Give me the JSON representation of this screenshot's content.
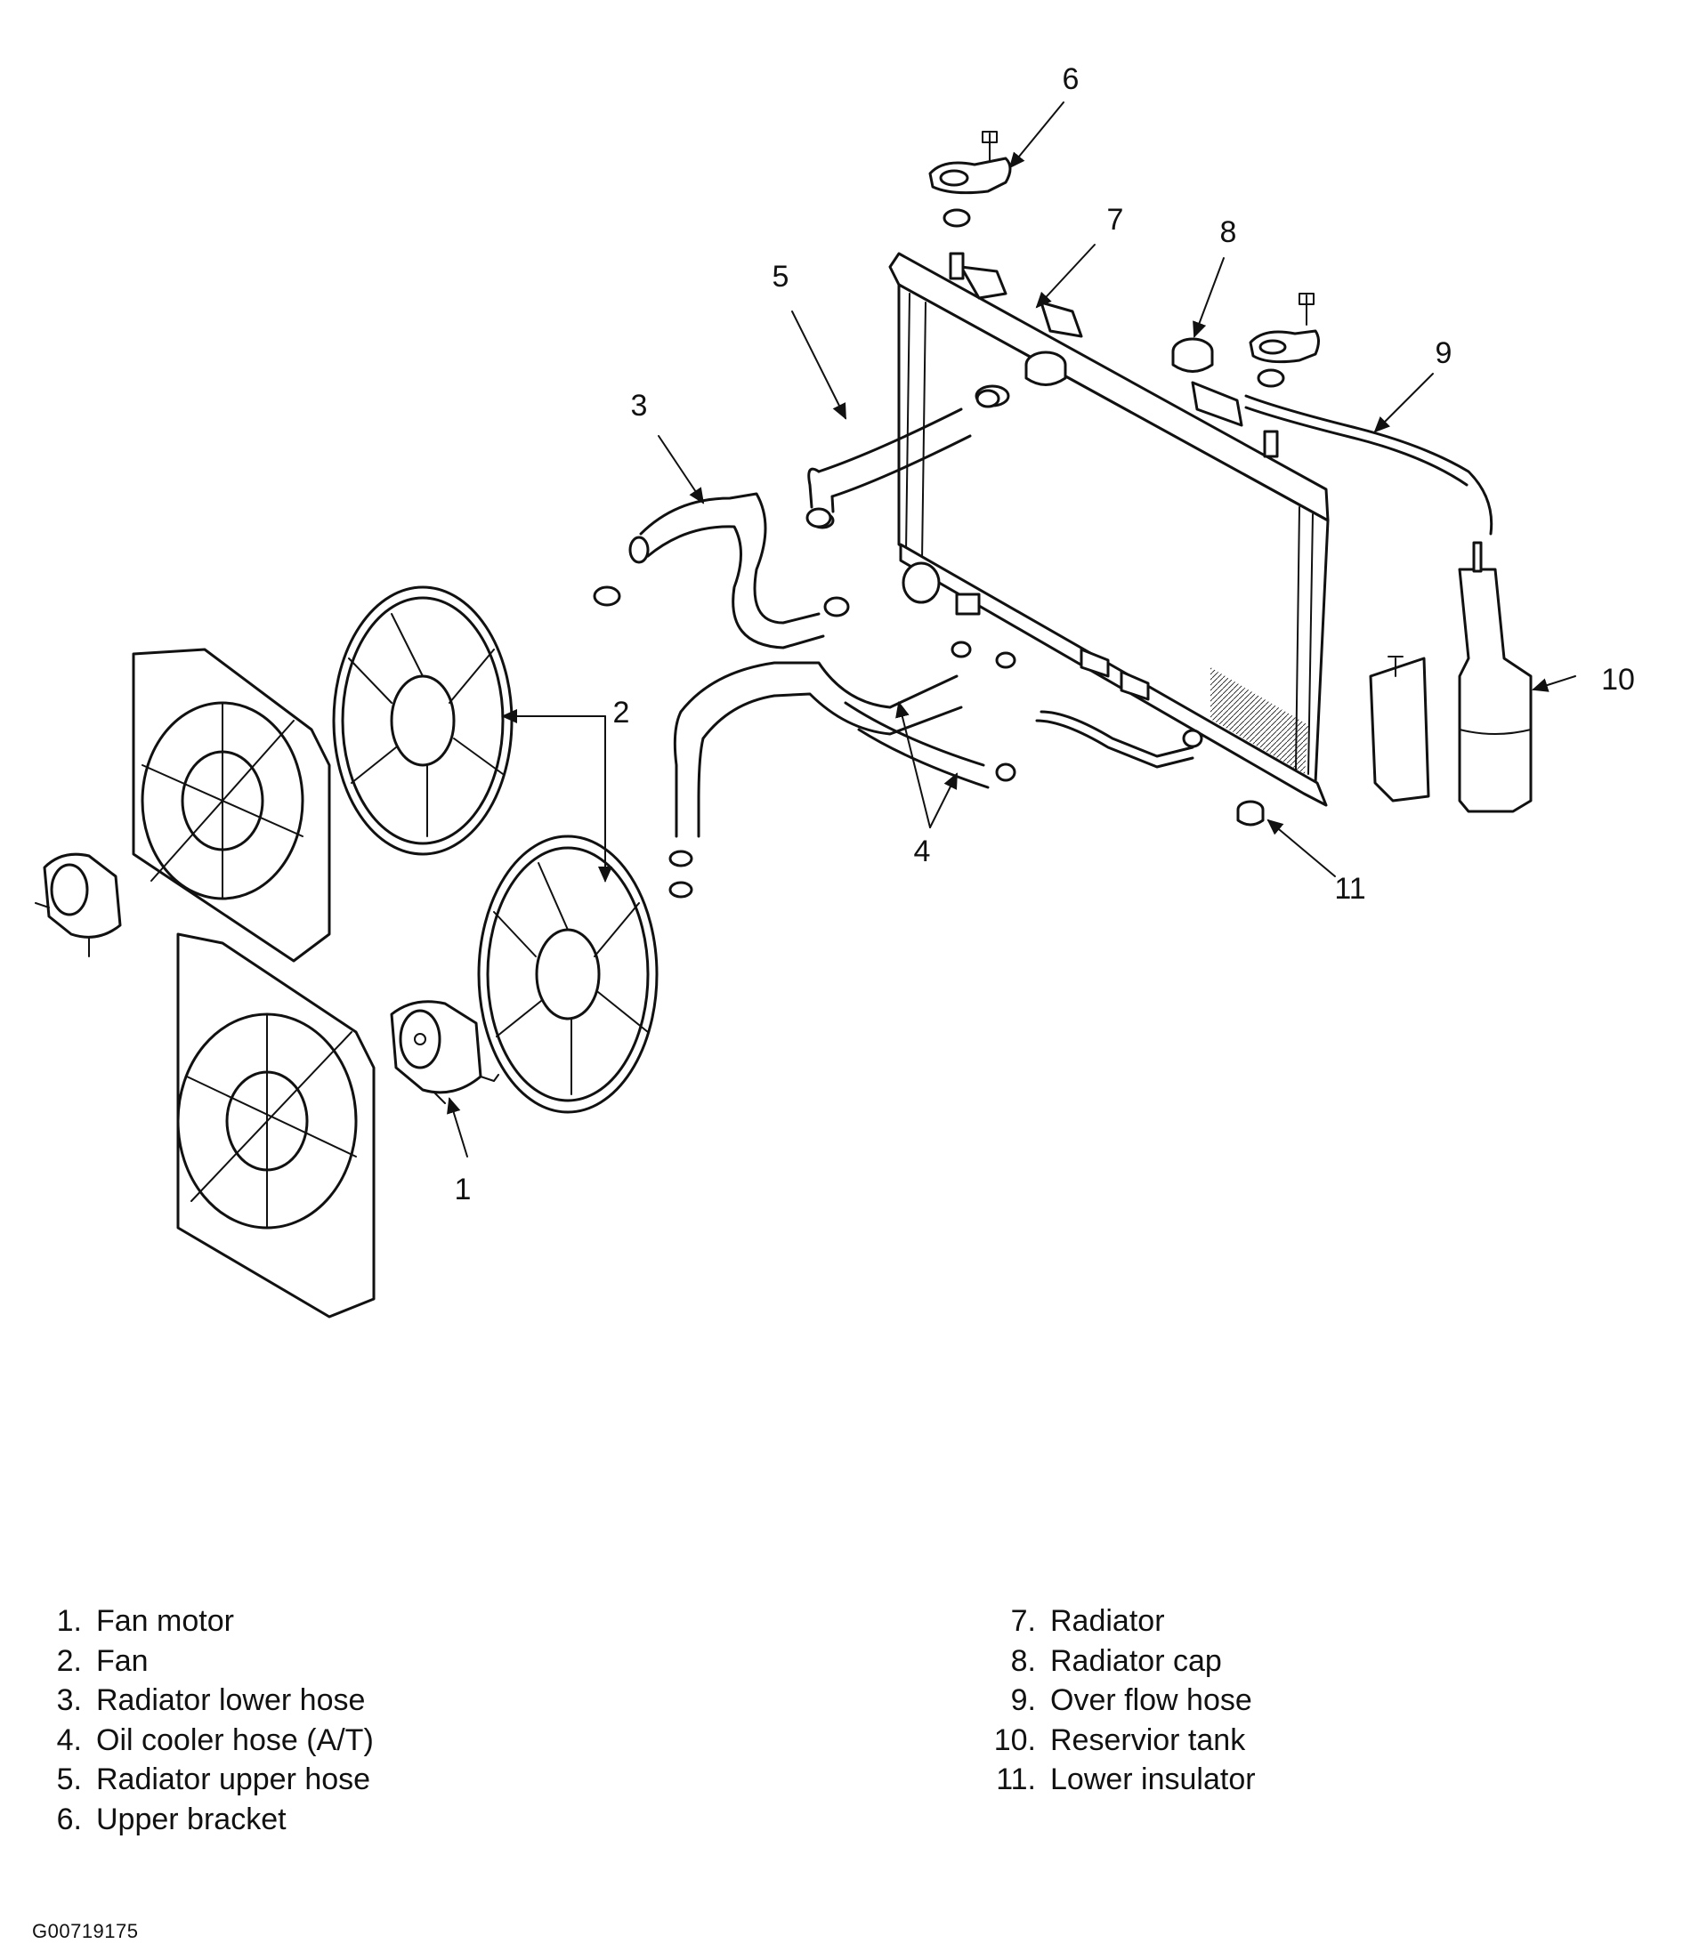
{
  "callouts": [
    "1",
    "2",
    "3",
    "4",
    "5",
    "6",
    "7",
    "8",
    "9",
    "10",
    "11"
  ],
  "legend": {
    "left": [
      {
        "num": "1.",
        "label": "Fan motor"
      },
      {
        "num": "2.",
        "label": "Fan"
      },
      {
        "num": "3.",
        "label": "Radiator lower hose"
      },
      {
        "num": "4.",
        "label": "Oil cooler hose (A/T)"
      },
      {
        "num": "5.",
        "label": "Radiator upper hose"
      },
      {
        "num": "6.",
        "label": "Upper bracket"
      }
    ],
    "right": [
      {
        "num": "7.",
        "label": "Radiator"
      },
      {
        "num": "8.",
        "label": "Radiator cap"
      },
      {
        "num": "9.",
        "label": "Over flow hose"
      },
      {
        "num": "10.",
        "label": "Reservior tank"
      },
      {
        "num": "11.",
        "label": "Lower insulator"
      }
    ]
  },
  "figure_id": "G00719175"
}
